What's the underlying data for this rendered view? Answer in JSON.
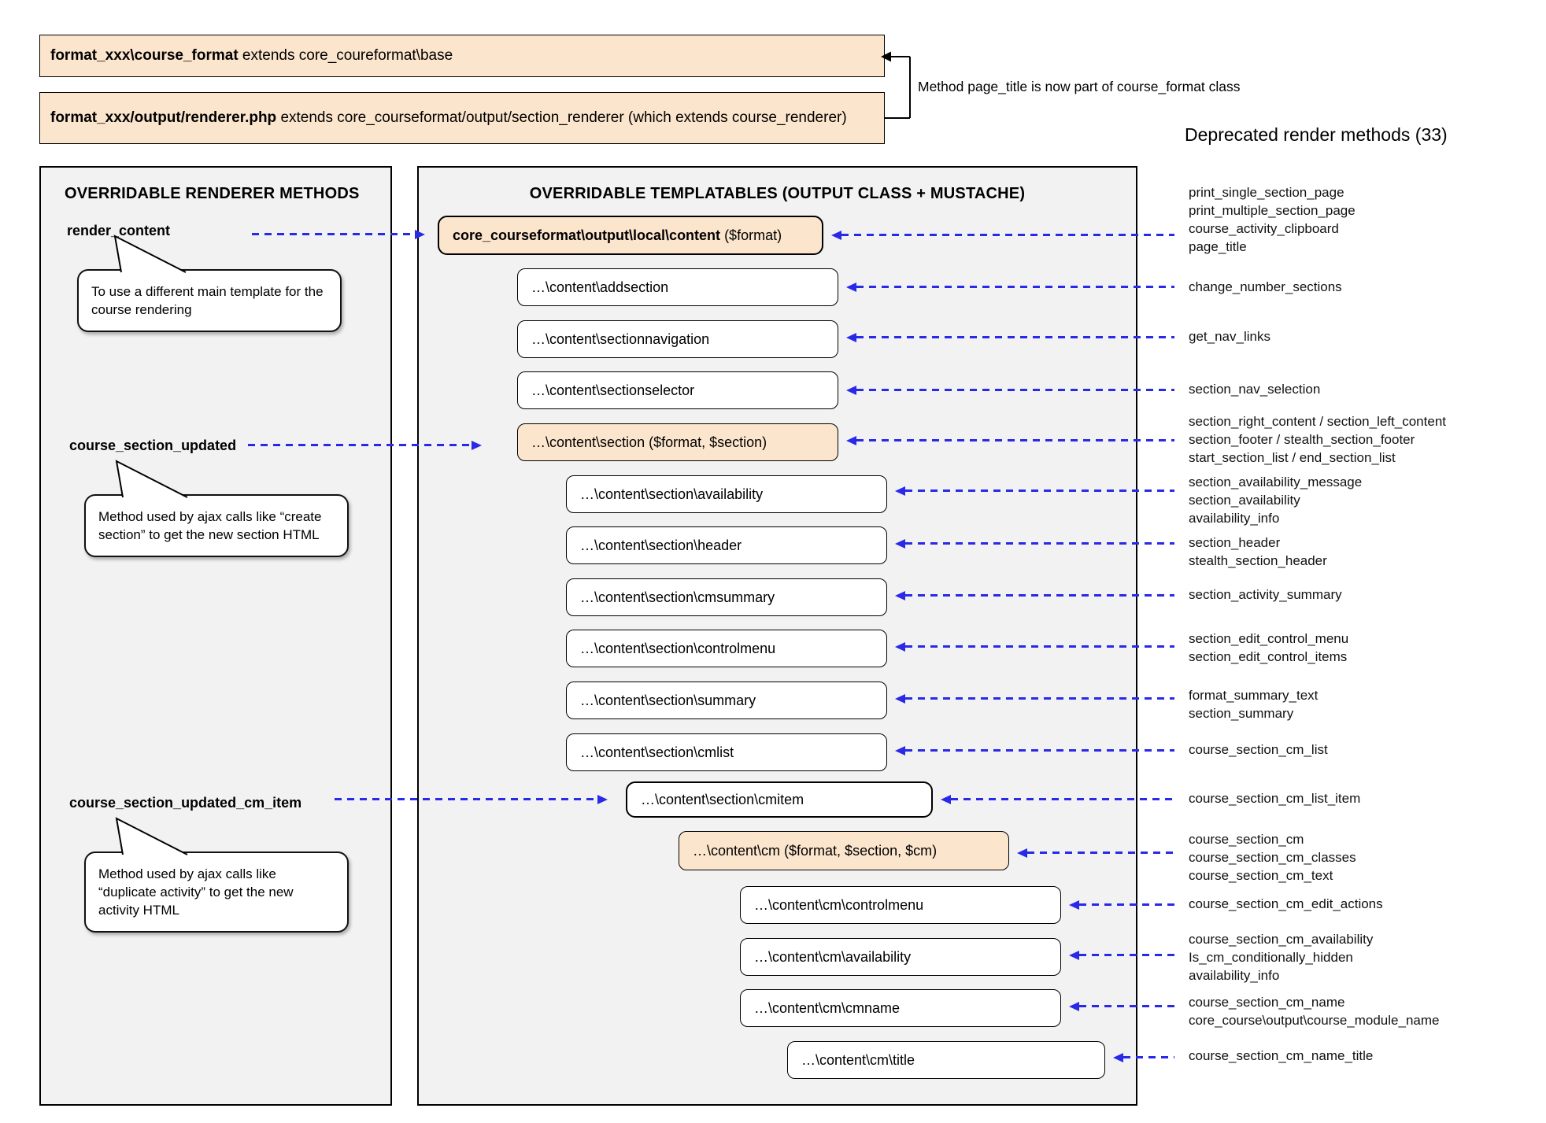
{
  "top": {
    "box1_bold": "format_xxx\\course_format",
    "box1_rest": " extends core_coureformat\\base",
    "box2_bold": "format_xxx/output/renderer.php",
    "box2_rest": " extends core_courseformat/output/section_renderer (which extends course_renderer)",
    "note": "Method page_title is now part of course_format class",
    "deprecated_title": "Deprecated render methods (33)"
  },
  "left_panel": {
    "title": "OVERRIDABLE RENDERER METHODS",
    "methods": [
      {
        "label": "render_content",
        "bubble": "To use a different main template for the course rendering"
      },
      {
        "label": "course_section_updated",
        "bubble": "Method used by ajax calls like “create section” to get the new section HTML"
      },
      {
        "label": "course_section_updated_cm_item",
        "bubble": "Method used by ajax calls like “duplicate activity” to get the new activity HTML"
      }
    ]
  },
  "middle_panel": {
    "title": "OVERRIDABLE TEMPLATABLES (OUTPUT CLASS + MUSTACHE)",
    "boxes": [
      {
        "bold": "core_courseformat\\output\\local\\content",
        "rest": " ($format)"
      },
      {
        "label": "…\\content\\addsection"
      },
      {
        "label": "…\\content\\sectionnavigation"
      },
      {
        "label": "…\\content\\sectionselector"
      },
      {
        "label": "…\\content\\section ($format, $section)"
      },
      {
        "label": "…\\content\\section\\availability"
      },
      {
        "label": "…\\content\\section\\header"
      },
      {
        "label": "…\\content\\section\\cmsummary"
      },
      {
        "label": "…\\content\\section\\controlmenu"
      },
      {
        "label": "…\\content\\section\\summary"
      },
      {
        "label": "…\\content\\section\\cmlist"
      },
      {
        "label": "…\\content\\section\\cmitem"
      },
      {
        "label": "…\\content\\cm ($format, $section, $cm)"
      },
      {
        "label": "…\\content\\cm\\controlmenu"
      },
      {
        "label": "…\\content\\cm\\availability"
      },
      {
        "label": "…\\content\\cm\\cmname"
      },
      {
        "label": "…\\content\\cm\\title"
      }
    ]
  },
  "deprecated": {
    "groups": [
      {
        "lines": [
          "print_single_section_page",
          "print_multiple_section_page",
          "course_activity_clipboard",
          "page_title"
        ]
      },
      {
        "lines": [
          "change_number_sections"
        ]
      },
      {
        "lines": [
          "get_nav_links"
        ]
      },
      {
        "lines": [
          "section_nav_selection"
        ]
      },
      {
        "lines": [
          "section_right_content / section_left_content",
          "section_footer / stealth_section_footer",
          "start_section_list / end_section_list"
        ]
      },
      {
        "lines": [
          "section_availability_message",
          "section_availability",
          "availability_info"
        ]
      },
      {
        "lines": [
          "section_header",
          "stealth_section_header"
        ]
      },
      {
        "lines": [
          "section_activity_summary"
        ]
      },
      {
        "lines": [
          "section_edit_control_menu",
          "section_edit_control_items"
        ]
      },
      {
        "lines": [
          "format_summary_text",
          "section_summary"
        ]
      },
      {
        "lines": [
          "course_section_cm_list"
        ]
      },
      {
        "lines": [
          "course_section_cm_list_item"
        ]
      },
      {
        "lines": [
          "course_section_cm",
          "course_section_cm_classes",
          "course_section_cm_text"
        ]
      },
      {
        "lines": [
          "course_section_cm_edit_actions"
        ]
      },
      {
        "lines": [
          "course_section_cm_availability",
          "Is_cm_conditionally_hidden",
          "availability_info"
        ]
      },
      {
        "lines": [
          "course_section_cm_name",
          "core_course\\output\\course_module_name"
        ]
      },
      {
        "lines": [
          "course_section_cm_name_title"
        ]
      }
    ]
  },
  "colors": {
    "accent_orange": "#fce5cd",
    "arrow_blue": "#2929e8",
    "panel_gray": "#f2f2f2"
  }
}
